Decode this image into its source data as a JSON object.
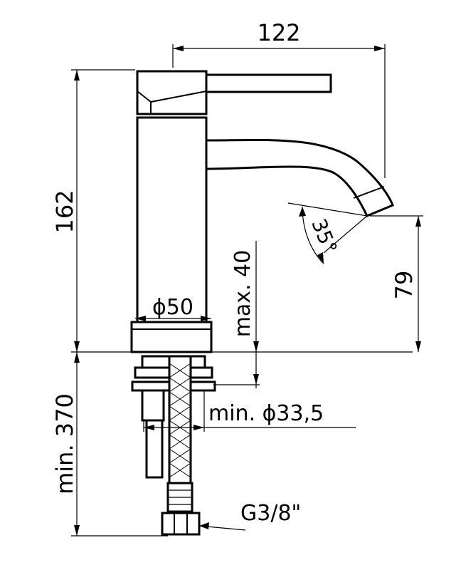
{
  "dimensions": {
    "width_total": "122",
    "height_total": "162",
    "spout_height": "79",
    "base_diameter": "ϕ50",
    "max_thickness": "max. 40",
    "min_hole": "min. ϕ33,5",
    "hose_length": "min. 370",
    "thread": "G3/8\"",
    "spout_angle": "35°"
  }
}
